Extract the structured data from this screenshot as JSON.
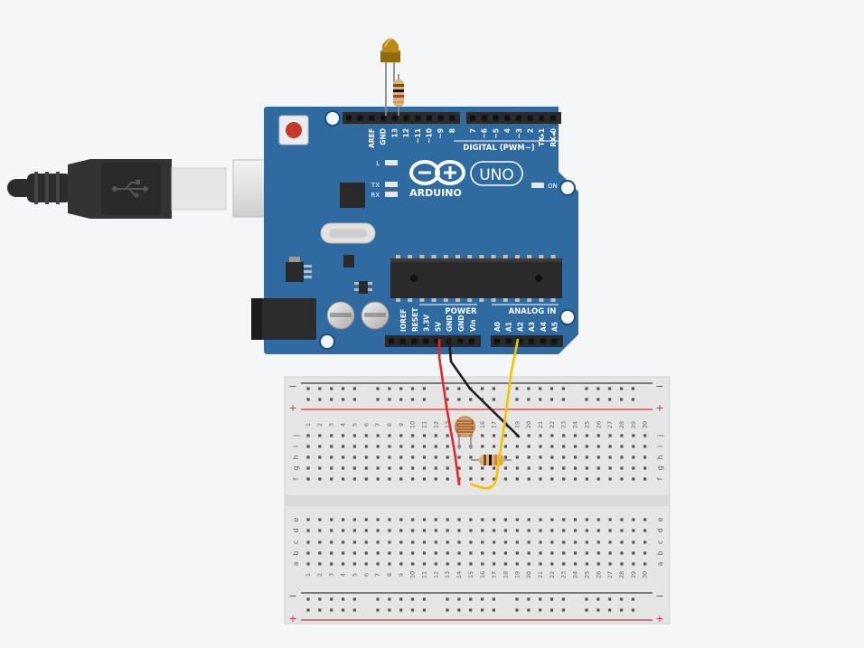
{
  "background": "#f4f6f8",
  "colors": {
    "board": "#2f6aa0",
    "board_dark": "#23527d",
    "breadboard": "#e5e5e5",
    "rail_red": "#d92e2e",
    "rail_black": "#3a3a3a",
    "wire_red": "#e02a2a",
    "wire_black": "#1e1e1e",
    "wire_yellow": "#f2c400",
    "led": "#b98a16"
  },
  "arduino": {
    "brand": "ARDUINO",
    "model": "UNO",
    "reset_button_color": "#c0392b",
    "digital_header_label": "DIGITAL (PWM~)",
    "digital_pins": [
      "AREF",
      "GND",
      "13",
      "12",
      "~11",
      "~10",
      "~9",
      "8",
      "7",
      "~6",
      "~5",
      "4",
      "~3",
      "2",
      "TX▸1",
      "RX◂0"
    ],
    "led_labels": [
      "L",
      "TX",
      "RX"
    ],
    "on_label": "ON",
    "power_header_label": "POWER",
    "power_pins": [
      "IOREF",
      "RESET",
      "3.3V",
      "5V",
      "GND",
      "GND",
      "Vin"
    ],
    "analog_header_label": "ANALOG IN",
    "analog_pins": [
      "A0",
      "A1",
      "A2",
      "A3",
      "A4",
      "A5"
    ]
  },
  "breadboard": {
    "rail_minus": "−",
    "rail_plus": "+",
    "column_numbers": [
      "1",
      "2",
      "3",
      "4",
      "5",
      "6",
      "7",
      "8",
      "9",
      "10",
      "11",
      "12",
      "13",
      "14",
      "15",
      "16",
      "17",
      "18",
      "19",
      "20",
      "21",
      "22",
      "23",
      "24",
      "25",
      "26",
      "27",
      "28",
      "29",
      "30"
    ],
    "rows_top": [
      "j",
      "i",
      "h",
      "g",
      "f"
    ],
    "rows_bottom": [
      "e",
      "d",
      "c",
      "b",
      "a"
    ]
  },
  "components": {
    "usb_cable": "usb-icon",
    "led": "led",
    "led_resistor": "resistor",
    "photoresistor": "photoresistor",
    "pulldown_resistor": "resistor",
    "wires": [
      {
        "name": "5v-wire",
        "color": "red"
      },
      {
        "name": "gnd-wire",
        "color": "black"
      },
      {
        "name": "a0-signal-wire",
        "color": "yellow"
      }
    ]
  }
}
